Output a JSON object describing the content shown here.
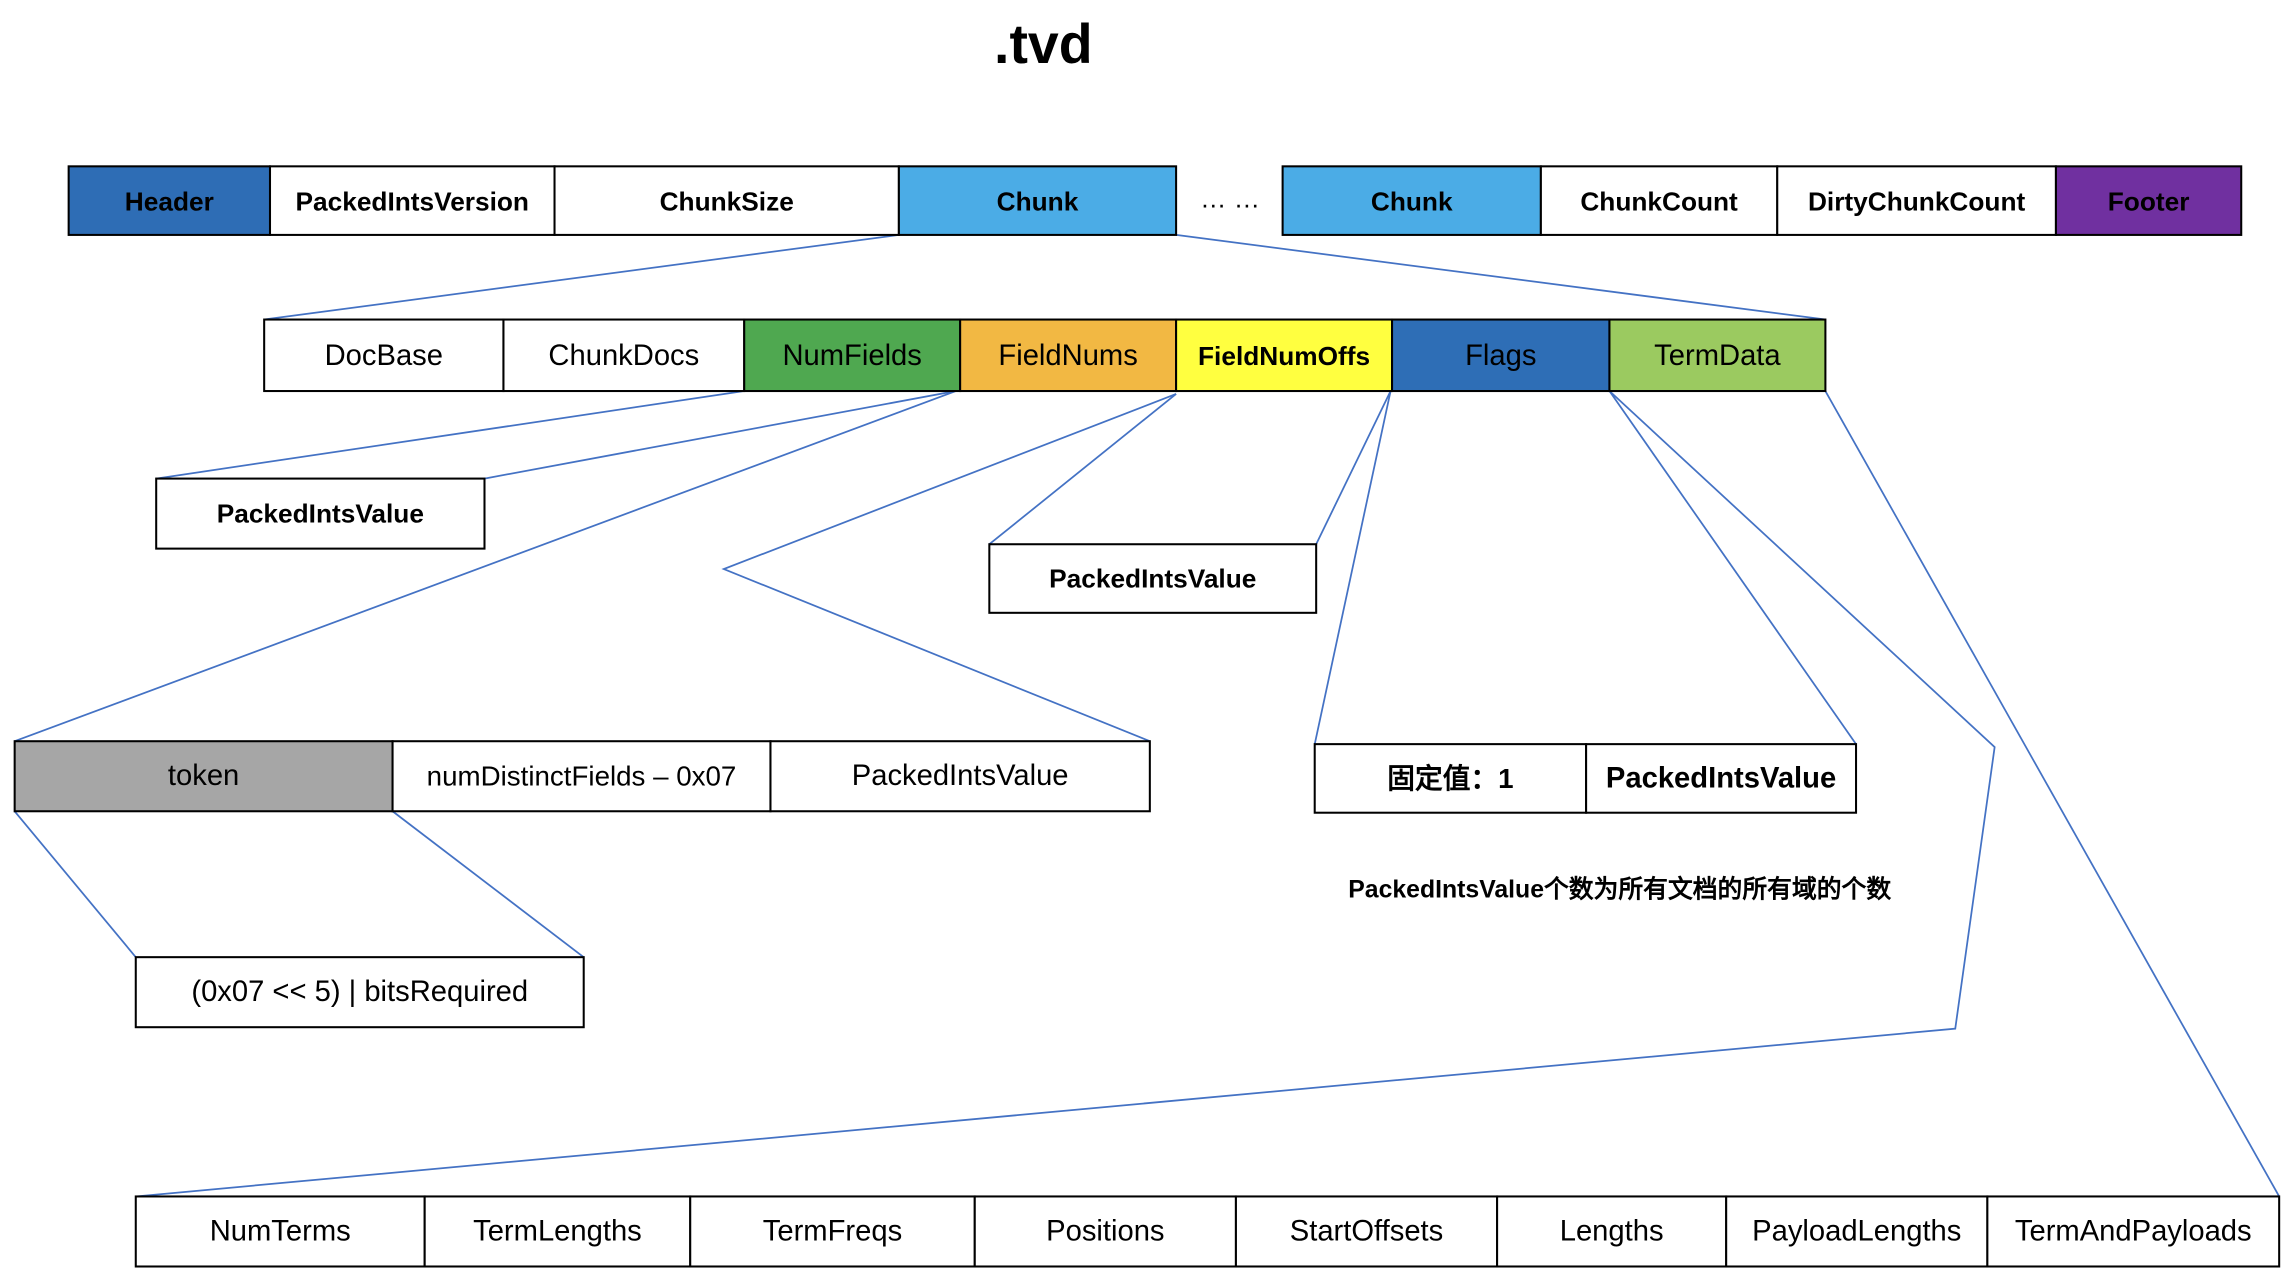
{
  "title": ".tvd",
  "file_row": {
    "cells": [
      {
        "label": "Header",
        "color": "#2E6DB5"
      },
      {
        "label": "PackedIntsVersion",
        "color": "#FFFFFF"
      },
      {
        "label": "ChunkSize",
        "color": "#FFFFFF"
      },
      {
        "label": "Chunk",
        "color": "#4BACE6"
      },
      {
        "label": "Chunk",
        "color": "#4BACE6"
      },
      {
        "label": "ChunkCount",
        "color": "#FFFFFF"
      },
      {
        "label": "DirtyChunkCount",
        "color": "#FFFFFF"
      },
      {
        "label": "Footer",
        "color": "#7030A0"
      }
    ],
    "ellipsis": "… …"
  },
  "chunk_row": {
    "cells": [
      {
        "label": "DocBase",
        "color": "#FFFFFF"
      },
      {
        "label": "ChunkDocs",
        "color": "#FFFFFF"
      },
      {
        "label": "NumFields",
        "color": "#4FA850"
      },
      {
        "label": "FieldNums",
        "color": "#F2B843"
      },
      {
        "label": "FieldNumOffs",
        "color": "#FFFF40"
      },
      {
        "label": "Flags",
        "color": "#2E6EB6"
      },
      {
        "label": "TermData",
        "color": "#9BCA60"
      }
    ]
  },
  "num_fields_detail": {
    "label": "PackedIntsValue"
  },
  "field_num_offs_detail": {
    "label": "PackedIntsValue"
  },
  "field_nums_detail": {
    "cells": [
      {
        "label": "token",
        "color": "#A6A6A6"
      },
      {
        "label": "numDistinctFields – 0x07",
        "color": "#FFFFFF"
      },
      {
        "label": "PackedIntsValue",
        "color": "#FFFFFF"
      }
    ]
  },
  "token_detail": {
    "label": "(0x07 << 5) | bitsRequired"
  },
  "flags_detail": {
    "cells": [
      {
        "label": "固定值：1"
      },
      {
        "label": "PackedIntsValue"
      }
    ],
    "note": "PackedIntsValue个数为所有文档的所有域的个数"
  },
  "term_data_detail": {
    "cells": [
      "NumTerms",
      "TermLengths",
      "TermFreqs",
      "Positions",
      "StartOffsets",
      "Lengths",
      "PayloadLengths",
      "TermAndPayloads"
    ]
  },
  "connector_color": "#4472C4"
}
